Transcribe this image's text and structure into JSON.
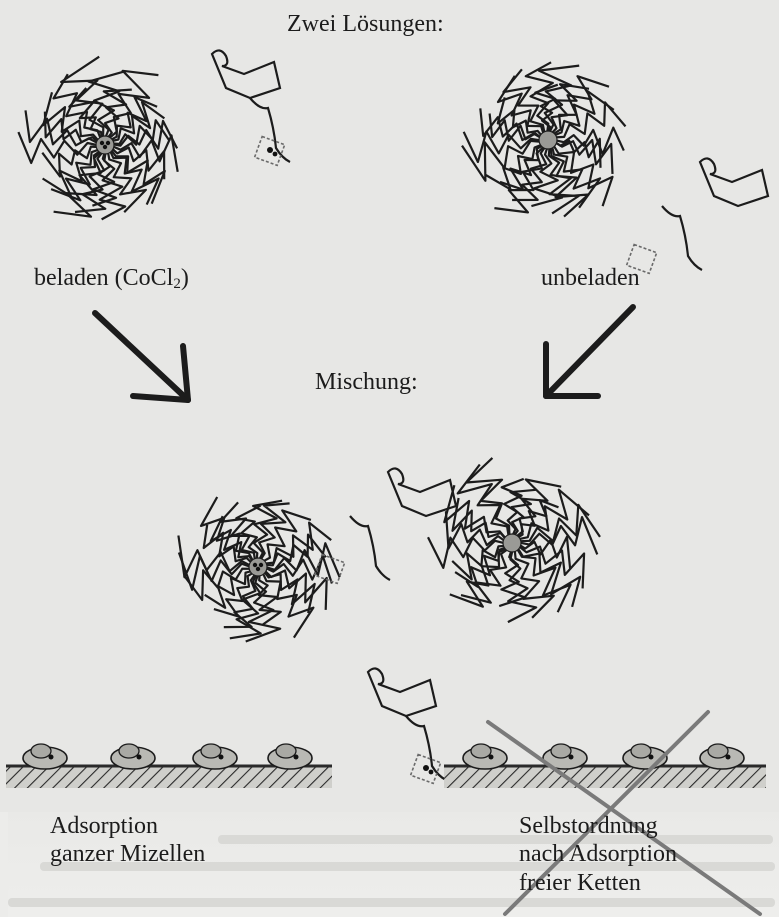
{
  "title": "Zwei Lösungen:",
  "label_loaded": "beladen (CoCl",
  "label_loaded_subscript": "2",
  "label_loaded_close": ")",
  "label_unloaded": "unbeladen",
  "mix_title": "Mischung:",
  "caption_left": [
    "Adsorption",
    "ganzer Mizellen"
  ],
  "caption_right": [
    "Selbstordnung",
    "nach Adsorption",
    "freier Ketten"
  ],
  "colors": {
    "ink": "#1c1c1c",
    "panel": "#e7e7e5",
    "cross": "#7a7a7a",
    "substrate": "#2a2a2a"
  }
}
